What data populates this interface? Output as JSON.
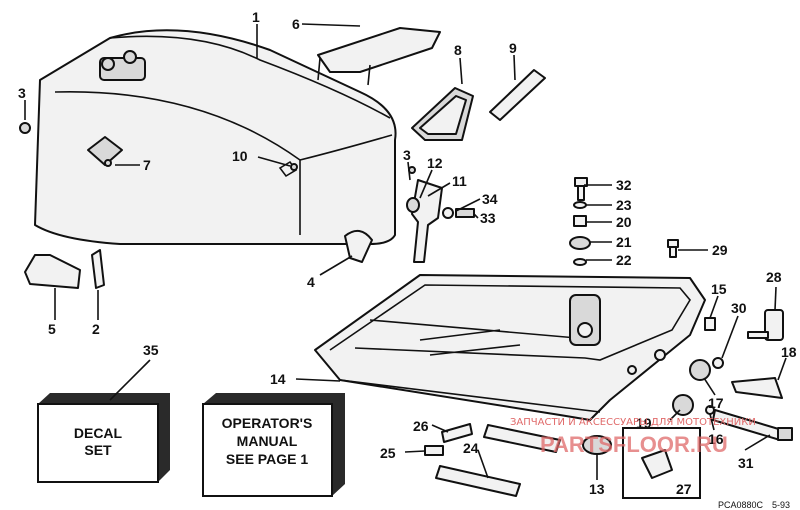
{
  "labels": {
    "l1": "1",
    "l2": "2",
    "l3a": "3",
    "l3b": "3",
    "l4": "4",
    "l5": "5",
    "l6": "6",
    "l7": "7",
    "l8": "8",
    "l9": "9",
    "l10": "10",
    "l11": "11",
    "l12": "12",
    "l13": "13",
    "l14": "14",
    "l15": "15",
    "l16": "16",
    "l17": "17",
    "l18": "18",
    "l19": "19",
    "l20": "20",
    "l21": "21",
    "l22": "22",
    "l23": "23",
    "l24": "24",
    "l25": "25",
    "l26": "26",
    "l27": "27",
    "l28": "28",
    "l29": "29",
    "l30": "30",
    "l31": "31",
    "l32": "32",
    "l33": "33",
    "l34": "34",
    "l35": "35"
  },
  "decal_box": {
    "line1": "DECAL",
    "line2": "SET"
  },
  "manual_box": {
    "line1": "OPERATOR'S",
    "line2": "MANUAL",
    "line3": "SEE PAGE 1"
  },
  "watermark": {
    "small": "ЗАПЧАСТИ И АКСЕССУАРЫ ДЛЯ МОТОТЕХНИКИ",
    "large": "PARTSFLOOR.RU"
  },
  "figure_code": "PCA0880C",
  "figure_date": "5-93"
}
